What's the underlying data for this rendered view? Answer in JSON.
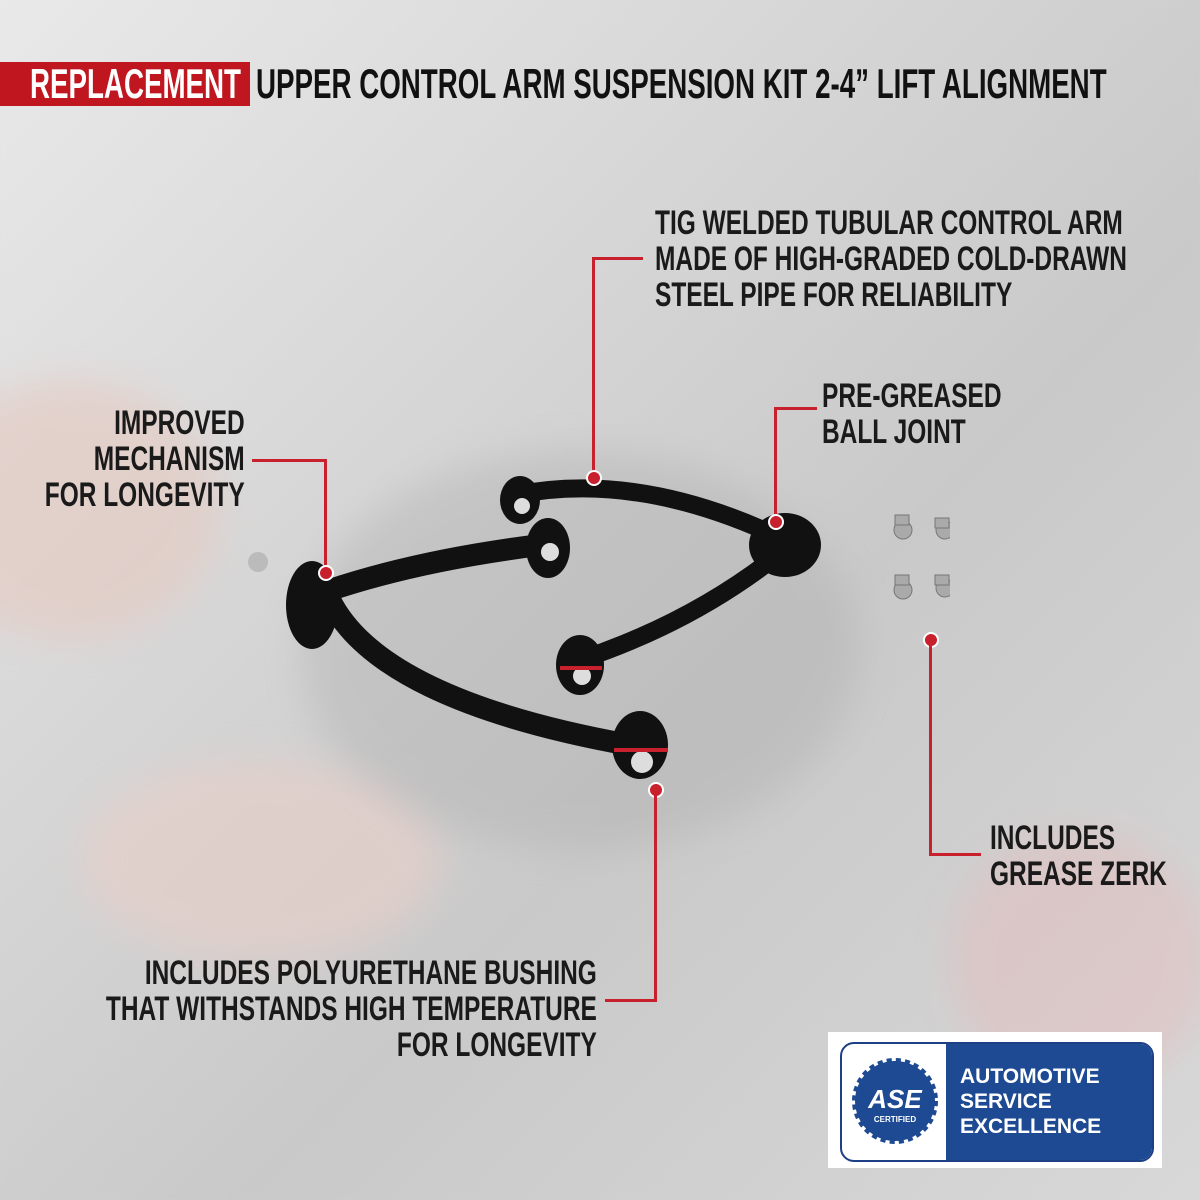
{
  "header": {
    "highlight": "REPLACEMENT",
    "title": "UPPER CONTROL ARM SUSPENSION KIT 2-4” LIFT ALIGNMENT"
  },
  "callouts": {
    "tig": [
      "TIG WELDED TUBULAR CONTROL ARM",
      "MADE OF HIGH-GRADED COLD-DRAWN",
      "STEEL PIPE FOR RELIABILITY"
    ],
    "ball_joint": [
      "PRE-GREASED",
      "BALL JOINT"
    ],
    "mechanism": [
      "IMPROVED",
      "MECHANISM",
      "FOR LONGEVITY"
    ],
    "zerk": [
      "INCLUDES",
      "GREASE ZERK"
    ],
    "bushing": [
      "INCLUDES POLYURETHANE BUSHING",
      "THAT WITHSTANDS HIGH TEMPERATURE",
      "FOR LONGEVITY"
    ]
  },
  "badge": {
    "logo_text": "ASE",
    "logo_sub": "CERTIFIED",
    "lines": [
      "AUTOMOTIVE",
      "SERVICE",
      "EXCELLENCE"
    ]
  },
  "colors": {
    "accent": "#c0161f",
    "ase_blue": "#1d4a92"
  }
}
